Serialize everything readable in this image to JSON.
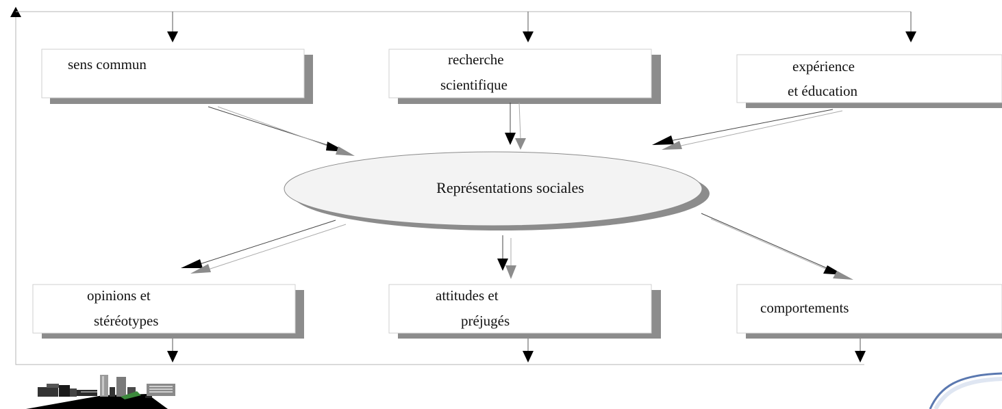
{
  "diagram": {
    "sources": {
      "sens_commun": [
        "sens commun"
      ],
      "recherche": [
        "recherche",
        "scientifique"
      ],
      "experience": [
        "expérience",
        "et éducation"
      ]
    },
    "center": "Représentations sociales",
    "outcomes": {
      "opinions": [
        "opinions et",
        "stéréotypes"
      ],
      "attitudes": [
        "attitudes et",
        "préjugés"
      ],
      "comportements": [
        "comportements"
      ]
    }
  },
  "colors": {
    "box_shadow": "#8c8c8c",
    "arrow_dark": "#000000",
    "arrow_grey": "#8c8c8c",
    "ellipse_fill": "#f3f3f3",
    "line": "#b4b4b4",
    "logo_ring": "#5a78b0"
  },
  "icons": {
    "city_logo": "city-skyline-icon",
    "corner_logo": "curved-ring-icon"
  }
}
